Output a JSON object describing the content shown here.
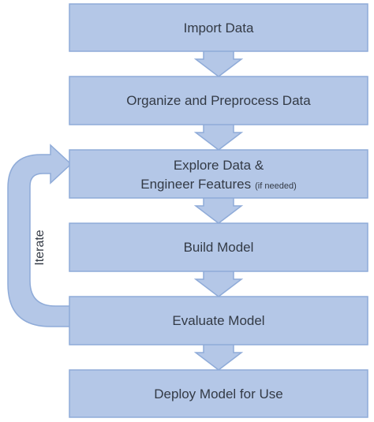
{
  "steps": [
    {
      "label": "Import Data"
    },
    {
      "label": "Organize and Preprocess Data"
    },
    {
      "label_line1": "Explore Data &",
      "label_line2": "Engineer Features",
      "label_note": "(if needed)"
    },
    {
      "label": "Build Model"
    },
    {
      "label": "Evaluate Model"
    },
    {
      "label": "Deploy Model for Use"
    }
  ],
  "loop_label": "Iterate",
  "colors": {
    "box_fill": "#b4c7e7",
    "box_stroke": "#8fabd8",
    "text": "#333a45"
  }
}
